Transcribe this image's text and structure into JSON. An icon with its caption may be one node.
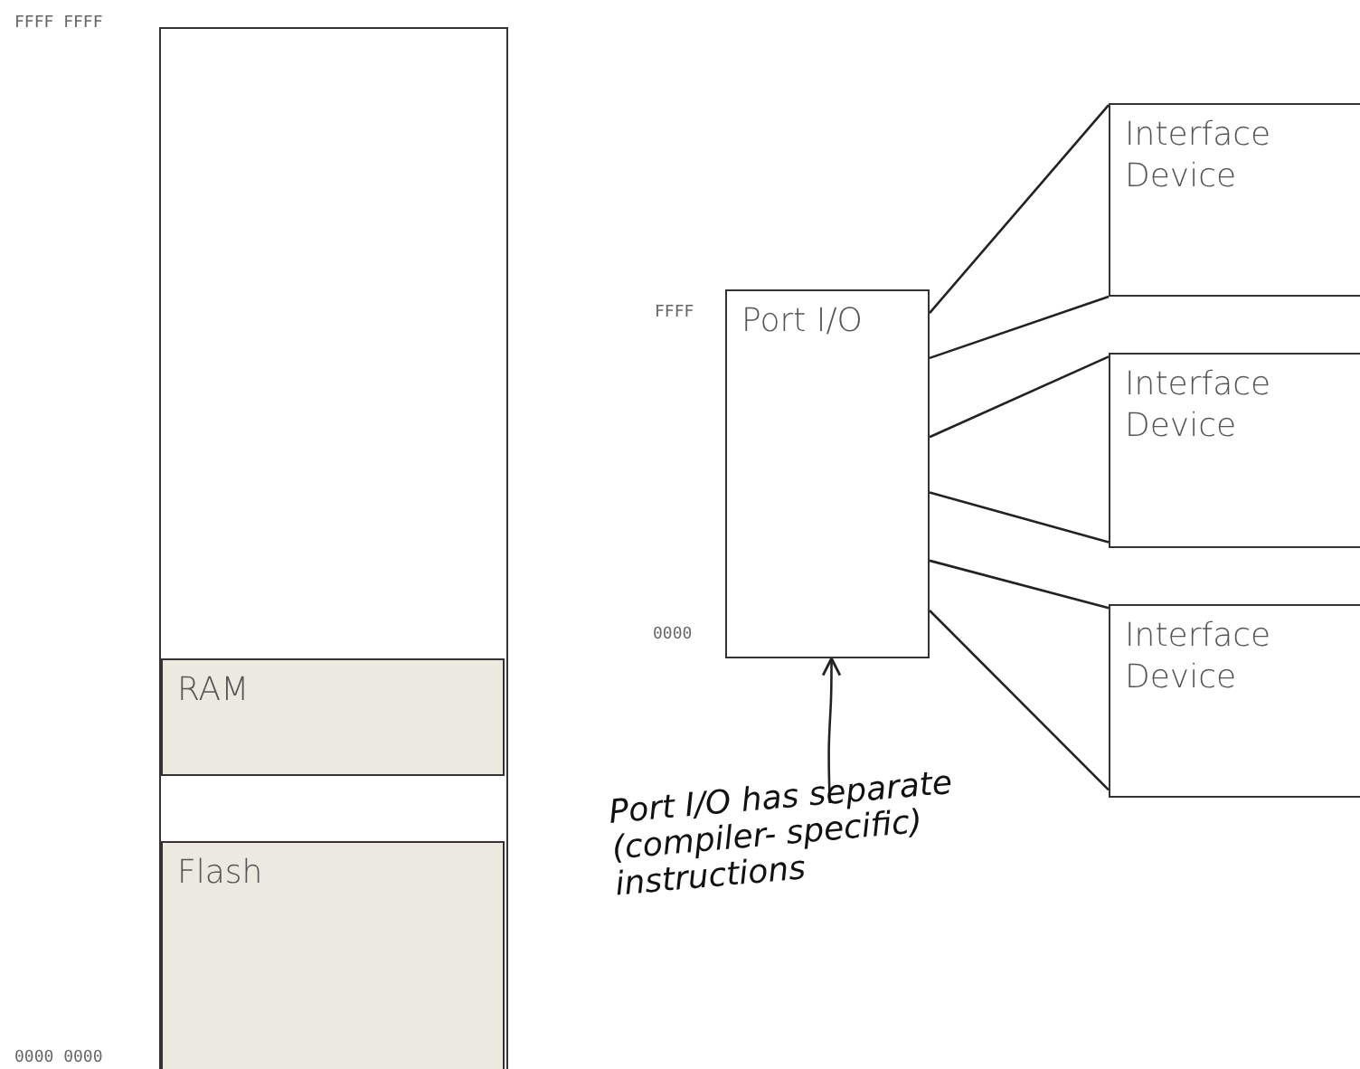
{
  "diagram": {
    "nodes": [
      {
        "text": [],
        "shape": "box"
      },
      {
        "text": [
          "RAM"
        ],
        "in": 0
      },
      {
        "text": [
          "Flash"
        ],
        "in": 0
      },
      {
        "text": [
          "Port I/O"
        ]
      },
      {
        "text": [
          "Interface Device"
        ]
      },
      {
        "text": [
          "Interface Device"
        ]
      },
      {
        "text": [
          "Interface Device"
        ]
      },
      {
        "text": [
          "Port I/O has separate (compiler- specific) instructions"
        ]
      }
    ],
    "edges": [
      {
        "from": 3,
        "to": 4,
        "arrow": "none"
      },
      {
        "from": 3,
        "to": 4,
        "arrow": "none"
      },
      {
        "from": 3,
        "to": 5,
        "arrow": "none"
      },
      {
        "from": 3,
        "to": 5,
        "arrow": "none"
      },
      {
        "from": 3,
        "to": 6,
        "arrow": "none"
      },
      {
        "from": 3,
        "to": 6,
        "arrow": "none"
      },
      {
        "from": 7,
        "to": 3,
        "arrow": "to"
      }
    ],
    "labels": [
      "FFFF FFFF",
      "FFFF",
      "0000",
      "0000 0000"
    ]
  }
}
